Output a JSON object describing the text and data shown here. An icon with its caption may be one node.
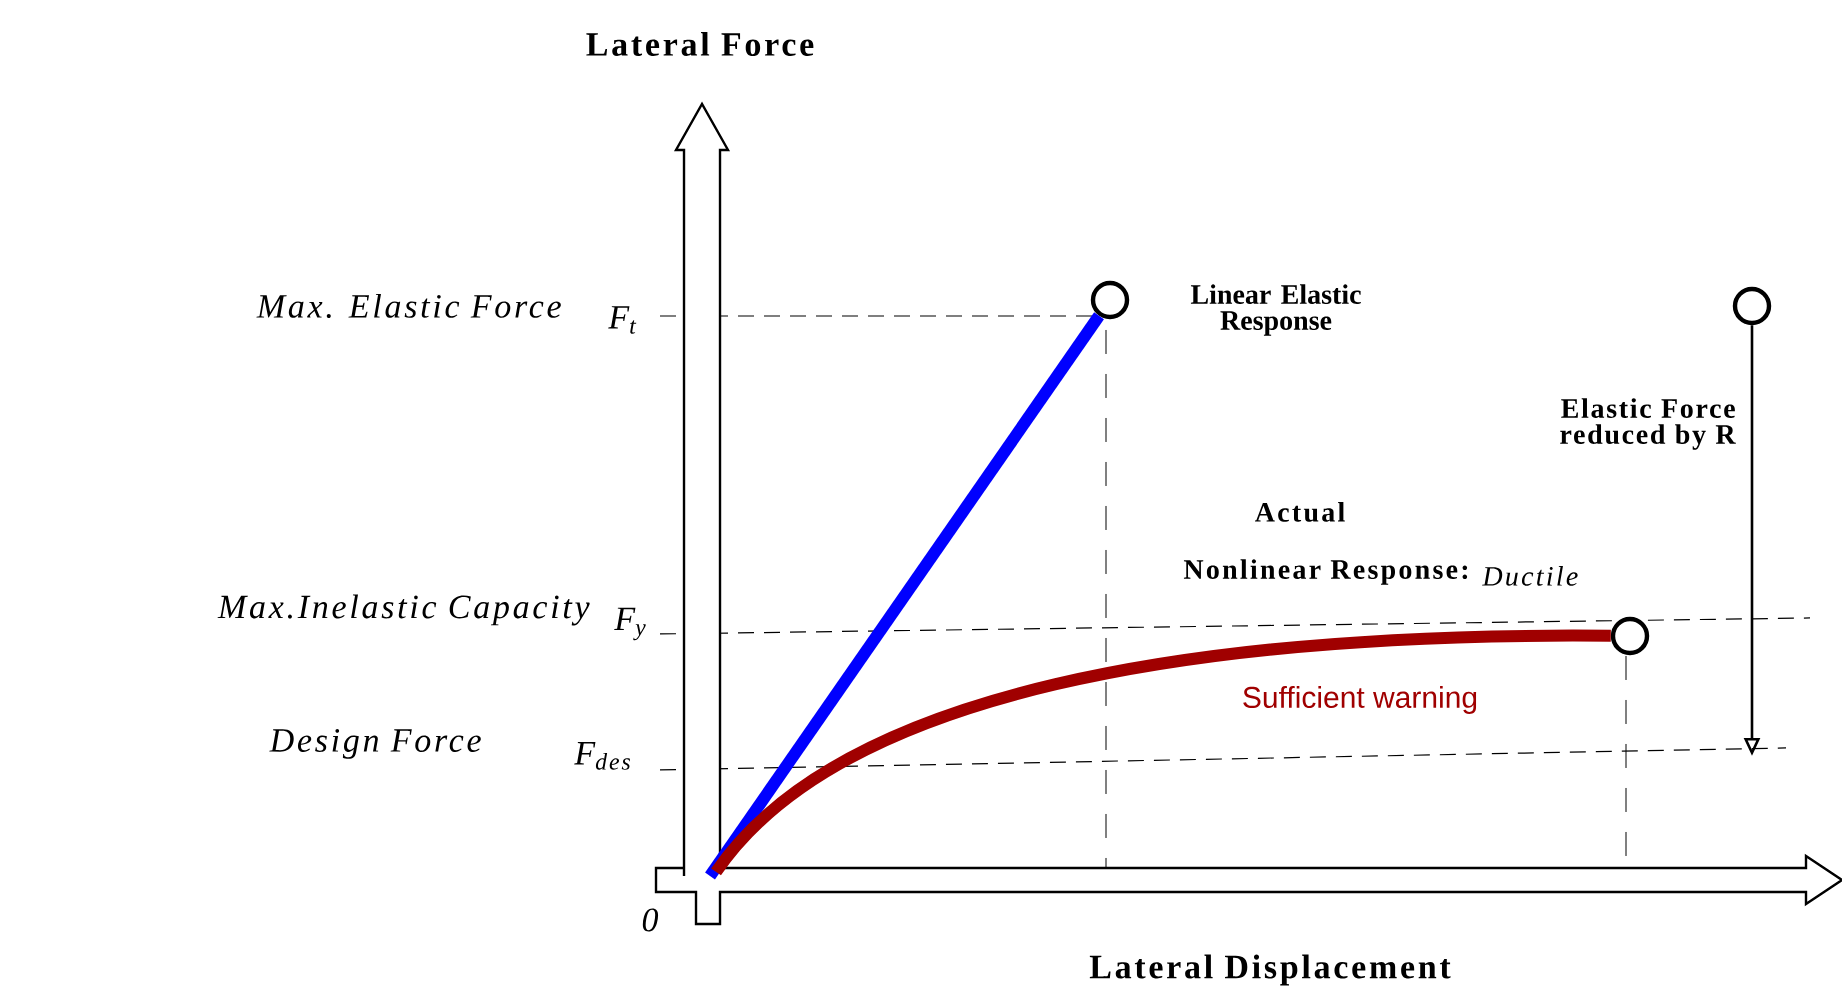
{
  "diagram": {
    "nodes": [
      {
        "text": [],
        "shape": "circle",
        "beside": [
          "Linear Elastic Response"
        ]
      },
      {
        "text": [],
        "shape": "circle"
      },
      {
        "text": [],
        "shape": "circle"
      }
    ],
    "edges": [
      {
        "from": null,
        "to": 0,
        "arrow": "none",
        "color": "#0000ff"
      },
      {
        "from": null,
        "to": 1,
        "arrow": "none",
        "color": "#a00000"
      },
      {
        "from": 2,
        "to": null,
        "arrow": "to",
        "color": "#000000"
      }
    ],
    "labels": [
      "Lateral Force",
      "Max. Elastic Force",
      "F$_{t}$",
      "Elastic Force reduced by R",
      "Actual",
      "Max.Inelastic Capacity",
      "F$_{y}$",
      "Nonlinear Response:",
      "Ductile",
      "Sufficient warning",
      "Design Force",
      "F$_{des}$",
      "0",
      "Lateral Displacement"
    ]
  }
}
